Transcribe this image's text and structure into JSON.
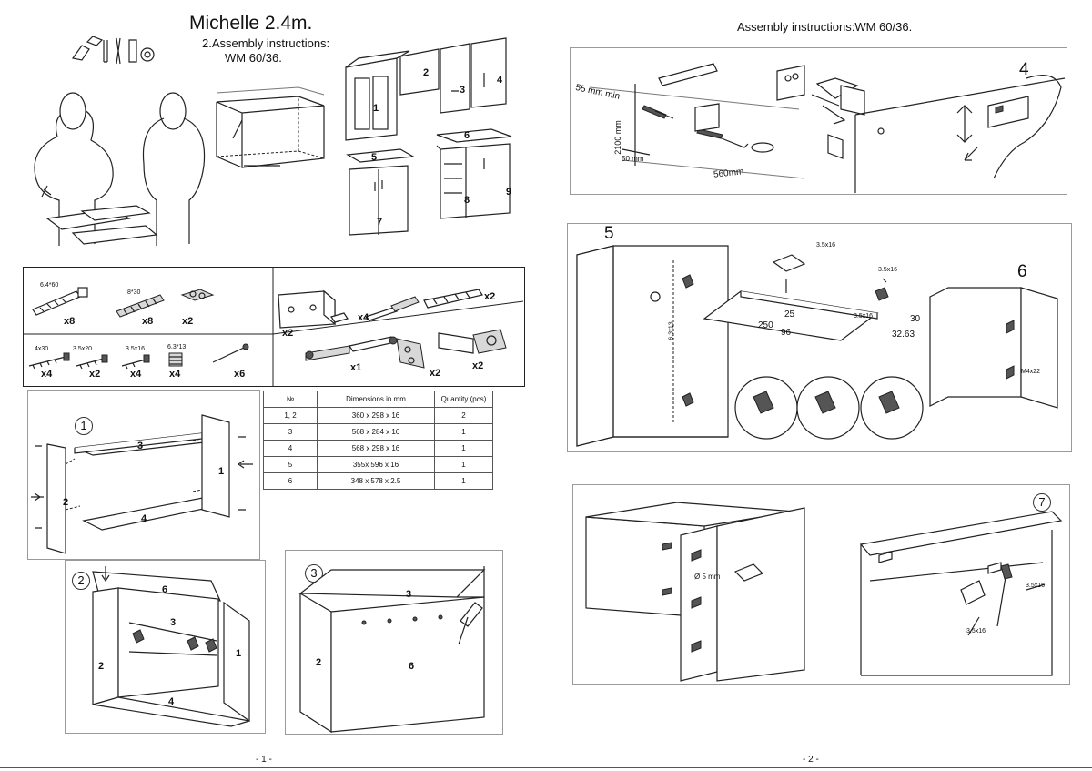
{
  "header": {
    "title": "Michelle 2.4m.",
    "subtitle_line1": "2.Assembly instructions:",
    "subtitle_line2": "WM 60/36.",
    "right_title": "Assembly instructions:WM 60/36."
  },
  "cabinet_overview": {
    "numbers": [
      "1",
      "2",
      "3",
      "4",
      "5",
      "6",
      "7",
      "8",
      "9"
    ]
  },
  "hardware": {
    "box_a": [
      {
        "spec": "6.4*60",
        "qty": "x8"
      },
      {
        "spec": "8*30",
        "qty": "x8"
      },
      {
        "spec": "",
        "qty": "x2"
      }
    ],
    "box_b": [
      {
        "spec": "4x30",
        "qty": "x4"
      },
      {
        "spec": "3.5x20",
        "qty": "x2"
      },
      {
        "spec": "3.5x16",
        "qty": "x4"
      },
      {
        "spec": "6.3*13",
        "qty": "x4"
      },
      {
        "spec": "",
        "qty": "x6"
      }
    ],
    "box_c": {
      "bracket_qty": "x2",
      "dowel_qty": "x4",
      "rail_qty": "x2",
      "lift_qty": "x1",
      "hinge_plate_qty": "x2",
      "hinge_qty": "x2"
    }
  },
  "dimensions_table": {
    "headers": [
      "№",
      "Dimensions in mm",
      "Quantity  (pcs)"
    ],
    "rows": [
      [
        "1, 2",
        "360 x 298 x 16",
        "2"
      ],
      [
        "3",
        "568 x 284 x 16",
        "1"
      ],
      [
        "4",
        "568 x 298 x 16",
        "1"
      ],
      [
        "5",
        "355x 596 x 16",
        "1"
      ],
      [
        "6",
        "348 x 578 x 2.5",
        "1"
      ]
    ]
  },
  "steps": {
    "s1": {
      "label": "1",
      "parts": [
        "3",
        "1",
        "2",
        "4"
      ]
    },
    "s2": {
      "label": "2",
      "parts": [
        "6",
        "3",
        "2",
        "1",
        "4"
      ]
    },
    "s3": {
      "label": "3",
      "parts": [
        "3",
        "2",
        "6"
      ]
    },
    "s4": {
      "label": "4",
      "dim_55": "55 mm min",
      "dim_2100": "2100 mm",
      "dim_50": "50 mm",
      "dim_560": "560mm"
    },
    "s5": {
      "label": "5",
      "screw": "3.5x16",
      "screw2": "3.5x16",
      "screw3": "3.5x16",
      "d25": "25",
      "d250": "250",
      "d96": "96",
      "d30": "30",
      "d3263": "32.63",
      "d6313": "6.3*13"
    },
    "s6": {
      "label": "6",
      "screw": "M4x22"
    },
    "s7": {
      "label": "7",
      "drill": "Ø 5 mm",
      "screw": "3.5x16",
      "screw2": "3.5x16"
    }
  },
  "footer": {
    "left": "- 1 -",
    "right": "- 2 -"
  }
}
